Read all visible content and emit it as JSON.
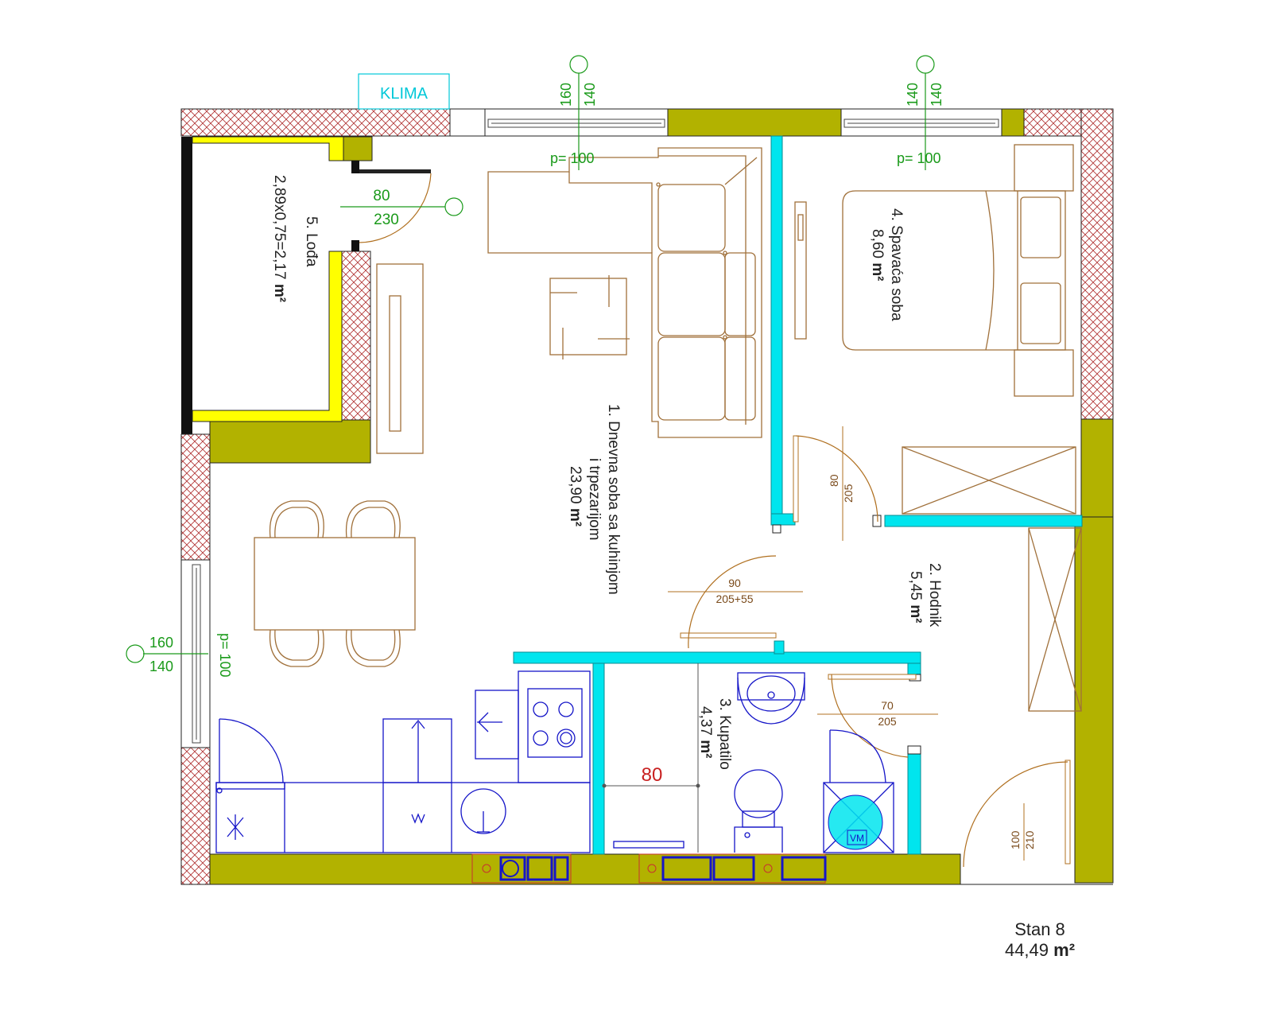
{
  "plan": {
    "klima_label": "KLIMA",
    "apartment_name": "Stan 8",
    "apartment_area": "44,49",
    "area_unit": "m²"
  },
  "rooms": {
    "living": {
      "name_1": "1. Dnevna soba sa kuhinjom",
      "name_2": "i trpezarijom",
      "area": "23,90",
      "unit": "m²"
    },
    "hall": {
      "name": "2. Hodnik",
      "area": "5,45",
      "unit": "m²"
    },
    "bath": {
      "name": "3. Kupatilo",
      "area": "4,37",
      "unit": "m²"
    },
    "bedroom": {
      "name": "4. Spavaća soba",
      "area": "8,60",
      "unit": "m²"
    },
    "loggia": {
      "name": "5. Lođa",
      "area": "2,89x0,75=2,17",
      "unit": "m²"
    }
  },
  "windows": {
    "top_left": {
      "w": "160",
      "h": "140",
      "sill": "p= 100"
    },
    "top_right": {
      "w": "140",
      "h": "140",
      "sill": "p= 100"
    },
    "left": {
      "w": "160",
      "h": "140",
      "sill": "p= 100"
    }
  },
  "doors": {
    "loggia": {
      "w": "80",
      "h": "230"
    },
    "bedroom": {
      "w": "80",
      "h": "205"
    },
    "living": {
      "w": "90",
      "h": "205+55"
    },
    "bath": {
      "w": "70",
      "h": "205"
    },
    "entry": {
      "w": "100",
      "h": "210"
    }
  },
  "bath_dim": "80",
  "colors": {
    "outer_wall": "#b2b200",
    "inner_wall": "#00e5ee",
    "loggia_edge": "#ffff00",
    "furniture": "#a0703a",
    "kitchen": "#1515c8",
    "annotation": "#1a9a1a"
  }
}
